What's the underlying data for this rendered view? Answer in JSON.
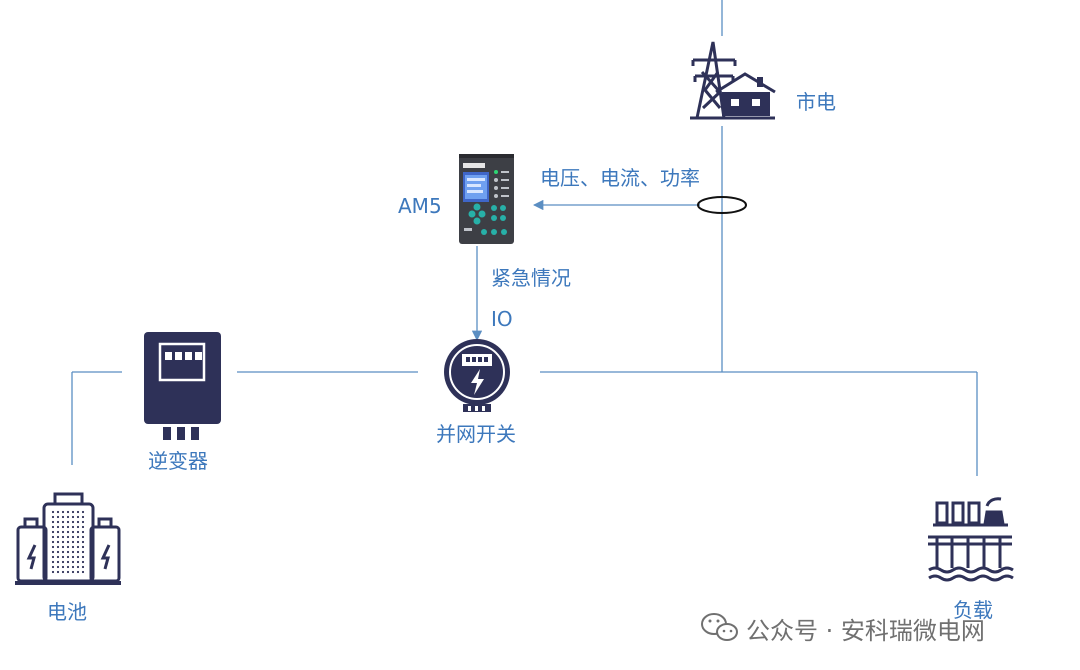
{
  "labels": {
    "grid": "市电",
    "measure": "电压、电流、功率",
    "device": "AM5",
    "emergency": "紧急情况",
    "io": "IO",
    "switch": "并网开关",
    "inverter": "逆变器",
    "battery": "电池",
    "load": "负载"
  },
  "watermark": {
    "text": "公众号 · 安科瑞微电网"
  },
  "colors": {
    "line": "#5b8ec2",
    "label": "#3d78bc",
    "icon": "#2e3158",
    "watermark": "#707070"
  }
}
